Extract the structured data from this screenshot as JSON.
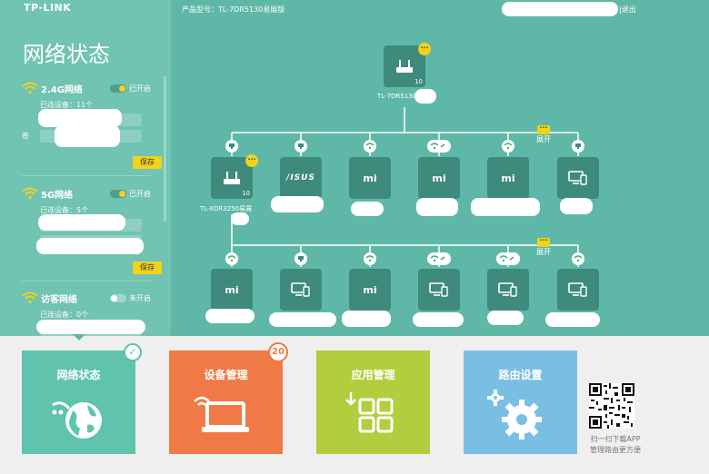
{
  "brand": {
    "logo": "TP-LINK"
  },
  "header": {
    "model_label": "产品型号：TL-7DR5130易展版",
    "logout": "|退出"
  },
  "sidebar": {
    "title": "网络状态",
    "networks": [
      {
        "name": "2.4G网络",
        "status": "已开启",
        "on": true,
        "devices": "已连设备：11个",
        "field_label": "密",
        "save": "保存"
      },
      {
        "name": "5G网络",
        "status": "已开启",
        "on": true,
        "devices": "已连设备：5个",
        "save": "保存"
      },
      {
        "name": "访客网络",
        "status": "未开启",
        "on": false,
        "devices": "已连设备：0个"
      }
    ]
  },
  "topology": {
    "root": {
      "label": "TL-7DR5130",
      "count": "10",
      "menu": "···"
    },
    "expand_label": "展开",
    "row1": [
      {
        "type": "router",
        "label": "TL-XDR3250易展",
        "count": "10",
        "conn": "lan",
        "menu": "···"
      },
      {
        "type": "asus",
        "brand": "/ISUS",
        "conn": "lan"
      },
      {
        "type": "mi",
        "brand": "mi",
        "conn": "wifi"
      },
      {
        "type": "mi",
        "brand": "mi",
        "conn": "wifi-link"
      },
      {
        "type": "mi",
        "brand": "mi",
        "conn": "wifi"
      },
      {
        "type": "device",
        "conn": "lan"
      }
    ],
    "row2": [
      {
        "type": "mi",
        "brand": "mi",
        "conn": "wifi"
      },
      {
        "type": "device",
        "conn": "lan"
      },
      {
        "type": "mi",
        "brand": "mi",
        "conn": "wifi"
      },
      {
        "type": "device",
        "conn": "wifi-link"
      },
      {
        "type": "device",
        "conn": "wifi-link"
      },
      {
        "type": "device",
        "conn": "wifi"
      }
    ]
  },
  "tiles": [
    {
      "label": "网络状态",
      "color": "#5fc3ad",
      "active": true
    },
    {
      "label": "设备管理",
      "color": "#ef7a45",
      "badge": "20"
    },
    {
      "label": "应用管理",
      "color": "#b2cd3d"
    },
    {
      "label": "路由设置",
      "color": "#79bfe3"
    }
  ],
  "qr": {
    "line1": "扫一扫下载APP",
    "line2": "管理路由更方便"
  }
}
